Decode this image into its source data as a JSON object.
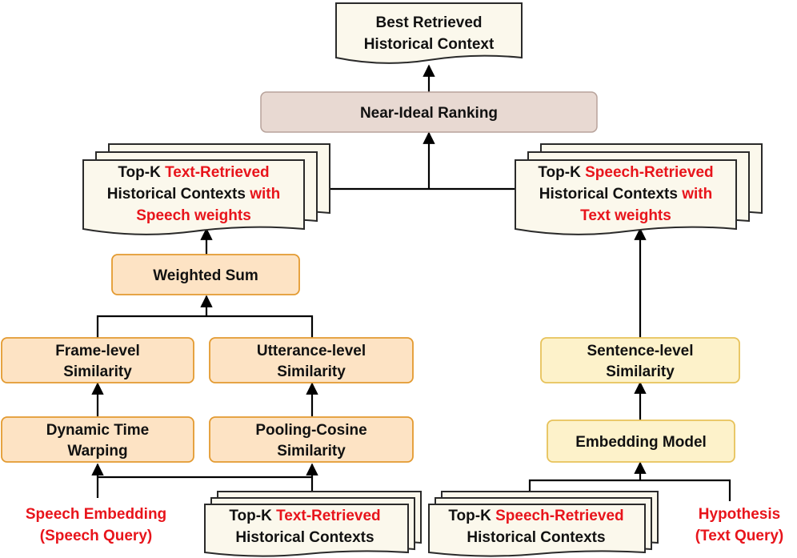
{
  "colors": {
    "document_fill": "#fbf8ec",
    "document_stroke": "#2a2a2a",
    "ranking_fill": "#e8d9d2",
    "ranking_stroke": "#b8a39b",
    "orange_fill": "#fde3c4",
    "orange_stroke": "#e39a30",
    "yellow_fill": "#fdf2ca",
    "yellow_stroke": "#e7c25a",
    "highlight_text": "#e8141b",
    "arrow": "#000000"
  },
  "top_doc": {
    "line1": "Best Retrieved",
    "line2": "Historical Context"
  },
  "ranking": {
    "label": "Near-Ideal Ranking"
  },
  "left_doc": {
    "l1_a": "Top-K ",
    "l1_b": "Text-Retrieved",
    "l2_a": "Historical Contexts ",
    "l2_b": "with",
    "l3": "Speech weights"
  },
  "right_doc": {
    "l1_a": "Top-K ",
    "l1_b": "Speech-Retrieved",
    "l2_a": "Historical Contexts ",
    "l2_b": "with",
    "l3": "Text weights"
  },
  "weighted_sum": {
    "label": "Weighted Sum"
  },
  "frame_sim": {
    "line1": "Frame-level",
    "line2": "Similarity"
  },
  "utt_sim": {
    "line1": "Utterance-level",
    "line2": "Similarity"
  },
  "dtw": {
    "line1": "Dynamic Time",
    "line2": "Warping"
  },
  "pool_cos": {
    "line1": "Pooling-Cosine",
    "line2": "Similarity"
  },
  "sent_sim": {
    "line1": "Sentence-level",
    "line2": "Similarity"
  },
  "embed_model": {
    "label": "Embedding Model"
  },
  "speech_query": {
    "line1": "Speech Embedding",
    "line2": "(Speech Query)"
  },
  "bottom_left_doc": {
    "l1_a": "Top-K ",
    "l1_b": "Text-Retrieved",
    "l2": "Historical Contexts"
  },
  "bottom_right_doc": {
    "l1_a": "Top-K ",
    "l1_b": "Speech-Retrieved",
    "l2": "Historical Contexts"
  },
  "hypothesis": {
    "line1": "Hypothesis",
    "line2": "(Text Query)"
  }
}
